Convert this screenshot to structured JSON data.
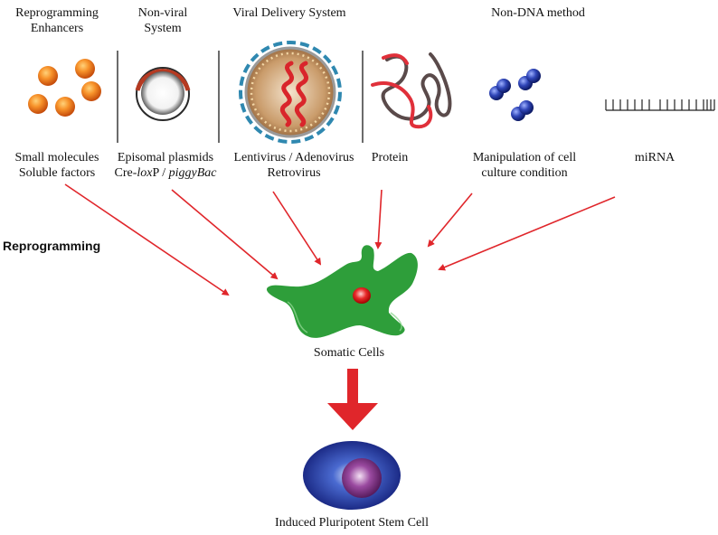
{
  "categories": {
    "enhancers": {
      "title_line1": "Reprogramming",
      "title_line2": "Enhancers",
      "caption_line1": "Small molecules",
      "caption_line2": "Soluble factors"
    },
    "nonviral": {
      "title_line1": "Non-viral",
      "title_line2": "System",
      "caption_line1": "Episomal plasmids",
      "caption_line2_prefix": "Cre-",
      "caption_line2_italic1": "lox",
      "caption_line2_mid": "P / ",
      "caption_line2_italic2": "piggyBac"
    },
    "viral": {
      "title": "Viral Delivery System",
      "caption_line1": "Lentivirus / Adenovirus",
      "caption_line2": "Retrovirus"
    },
    "nondna": {
      "title": "Non-DNA method"
    },
    "protein": {
      "caption": "Protein"
    },
    "culture": {
      "caption_line1": "Manipulation of cell",
      "caption_line2": "culture condition"
    },
    "mirna": {
      "caption": "miRNA"
    }
  },
  "side_label": "Reprogramming",
  "somatic_label": "Somatic Cells",
  "ipsc_label": "Induced Pluripotent Stem Cell",
  "colors": {
    "arrow": "#e0262b",
    "cell_green": "#2e9e3a",
    "nucleus_red": "#e02020",
    "ipsc_blue": "#1f2f8f",
    "ipsc_nucleus": "#7a2d7e",
    "divider": "#6b6b6b"
  }
}
